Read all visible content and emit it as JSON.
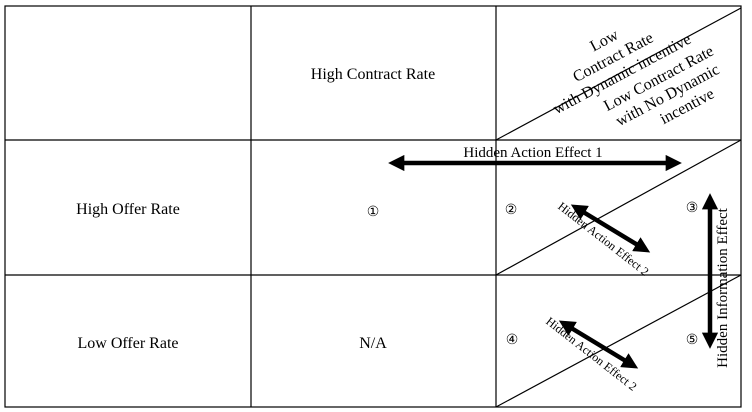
{
  "column_headers": {
    "high_contract": "High Contract Rate",
    "low_dynamic_lines": [
      "Low",
      "Contract Rate",
      "with Dynamic incentive"
    ],
    "low_nodynamic_lines": [
      "Low Contract Rate",
      "with No Dynamic",
      "incentive"
    ]
  },
  "row_headers": {
    "high_offer": "High Offer Rate",
    "low_offer": "Low Offer Rate"
  },
  "cells": {
    "c1": "①",
    "c2": "②",
    "c3": "③",
    "c4": "④",
    "c5": "⑤",
    "na": "N/A"
  },
  "effects": {
    "hidden_action_1": "Hidden Action Effect 1",
    "hidden_action_2_top": "Hidden Action Effect 2",
    "hidden_action_2_bottom": "Hidden Action Effect 2",
    "hidden_information": "Hidden Information Effect"
  }
}
